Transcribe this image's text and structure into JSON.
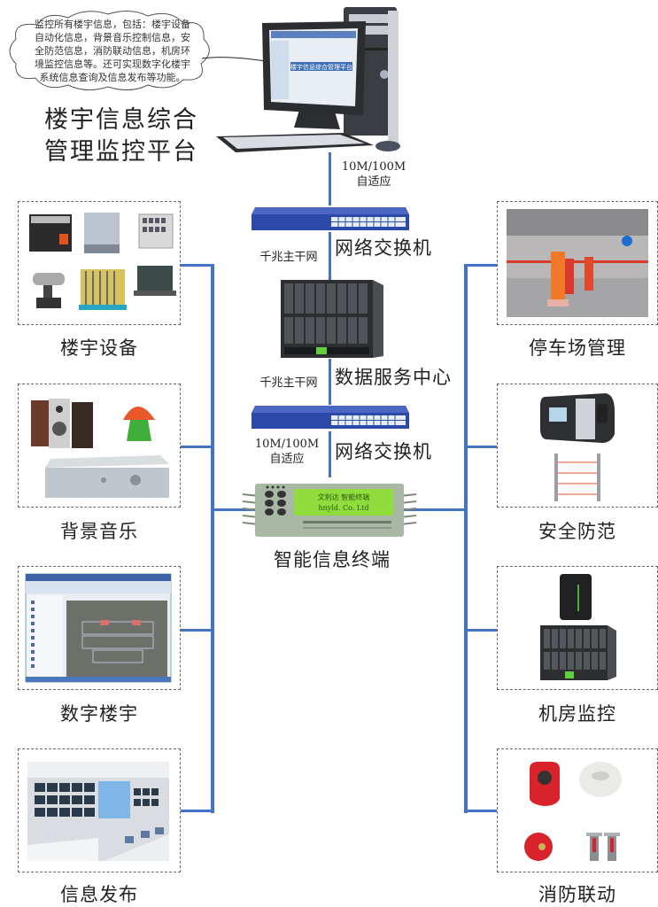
{
  "cloud_note": {
    "lines": [
      "监控所有楼宇信息，包括：楼宇设备",
      "自动化信息，背景音乐控制信息，安",
      "全防范信息，消防联动信息，机房环",
      "境监控信息等。还可实现数字化楼宇",
      "系统信息查询及信息发布等功能。"
    ]
  },
  "platform_title": {
    "line1": "楼宇信息综合",
    "line2": "管理监控平台"
  },
  "monitor_screen_text": "楼宇信息综合管理平台",
  "backbone": {
    "link_speed_top": {
      "line1": "10M/100M",
      "line2": "自适应"
    },
    "switch_top_label": "网络交换机",
    "gigabit_top": "千兆主干网",
    "data_center_label": "数据服务中心",
    "gigabit_bottom": "千兆主干网",
    "switch_bottom_label": "网络交换机",
    "link_speed_bottom": {
      "line1": "10M/100M",
      "line2": "自适应"
    },
    "terminal_label": "智能信息终端",
    "terminal_lcd": {
      "line1": "文利达  智能终端",
      "line2": "hnyld. Co. Ltd"
    }
  },
  "left_subsystems": [
    {
      "label": "楼宇设备",
      "icons": [
        "cabinet-icon",
        "air-handler-icon",
        "control-panel-icon",
        "valve-icon",
        "water-treatment-icon",
        "generator-icon"
      ]
    },
    {
      "label": "背景音乐",
      "icons": [
        "speaker-icon",
        "mushroom-speaker-icon",
        "amplifier-icon"
      ]
    },
    {
      "label": "数字楼宇",
      "icons": [
        "software-screenshot-icon"
      ]
    },
    {
      "label": "信息发布",
      "icons": [
        "control-room-icon"
      ]
    }
  ],
  "right_subsystems": [
    {
      "label": "停车场管理",
      "icons": [
        "parking-barrier-icon"
      ]
    },
    {
      "label": "安全防范",
      "icons": [
        "fingerprint-reader-icon",
        "infrared-beam-icon"
      ]
    },
    {
      "label": "机房监控",
      "icons": [
        "server-rack-icon",
        "blade-server-icon"
      ]
    },
    {
      "label": "消防联动",
      "icons": [
        "fire-alarm-button-icon",
        "smoke-detector-icon",
        "fire-bell-icon",
        "sprinkler-icon"
      ]
    }
  ],
  "colors": {
    "bus_line": "#4472c4",
    "switch_blue": "#2b4aa8",
    "lcd_green": "#8fdc3c"
  }
}
